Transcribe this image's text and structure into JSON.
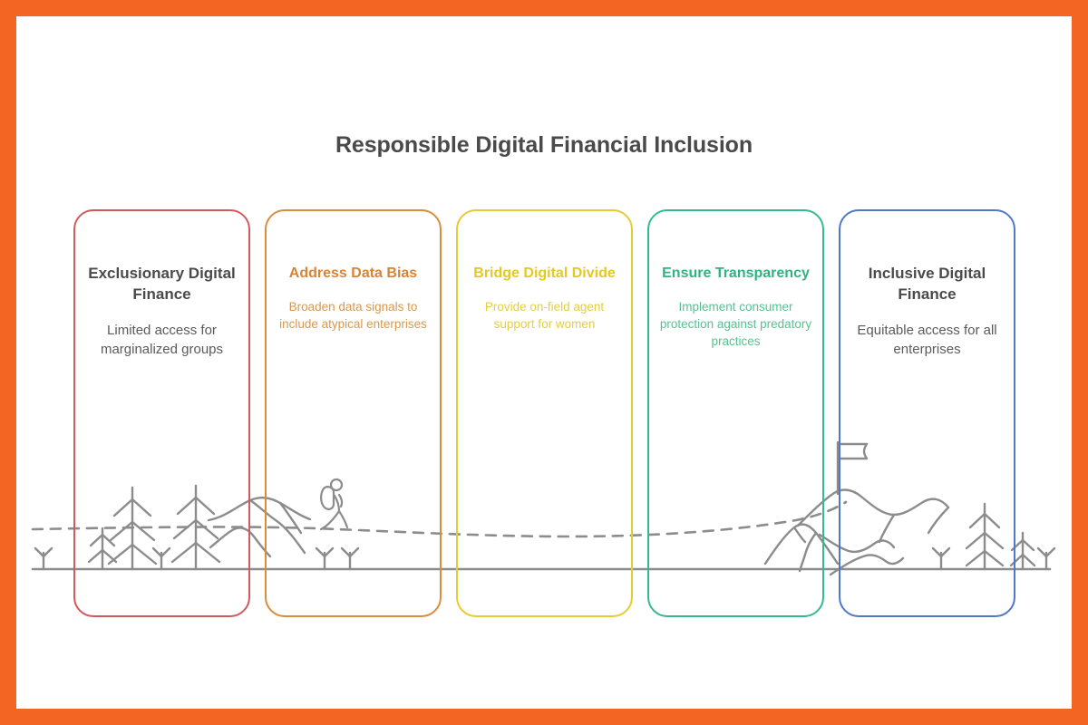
{
  "frame": {
    "border_color": "#f26522",
    "background": "#ffffff"
  },
  "header": {
    "title": "Responsible Digital Financial Inclusion",
    "title_color": "#4a4a4a"
  },
  "diagram": {
    "type": "journey-stages",
    "stage_count": 5,
    "scenery": {
      "path_style": "dashed",
      "path_color": "#8c8c8c",
      "ground_color": "#8c8c8c",
      "elements": [
        "pine-trees-left",
        "small-saplings",
        "hiker-figure",
        "dashed-journey-path",
        "mountain-range-left",
        "mountain-range-right",
        "summit-flag",
        "pine-trees-right",
        "ground-line"
      ]
    },
    "cards": [
      {
        "id": "exclusionary-digital-finance",
        "title": "Exclusionary Digital Finance",
        "description": "Limited access for marginalized groups",
        "border_color": "#d4595b",
        "title_color": "#4a4a4a",
        "desc_color": "#5a5a5a",
        "text_size": "large"
      },
      {
        "id": "address-data-bias",
        "title": "Address Data Bias",
        "description": "Broaden data signals to include atypical enterprises",
        "border_color": "#d98c3c",
        "title_color": "#d98334",
        "desc_color": "#d9984f",
        "text_size": "small"
      },
      {
        "id": "bridge-digital-divide",
        "title": "Bridge Digital Divide",
        "description": "Provide on-field agent support for women",
        "border_color": "#e5cc33",
        "title_color": "#e3c920",
        "desc_color": "#e3cf3f",
        "text_size": "small"
      },
      {
        "id": "ensure-transparency",
        "title": "Ensure Transparency",
        "description": "Implement consumer protection against predatory practices",
        "border_color": "#35b98f",
        "title_color": "#2fb37f",
        "desc_color": "#58c193",
        "text_size": "small"
      },
      {
        "id": "inclusive-digital-finance",
        "title": "Inclusive Digital Finance",
        "description": "Equitable access for all enterprises",
        "border_color": "#4f78c8",
        "title_color": "#4a4a4a",
        "desc_color": "#5a5a5a",
        "text_size": "large"
      }
    ]
  }
}
